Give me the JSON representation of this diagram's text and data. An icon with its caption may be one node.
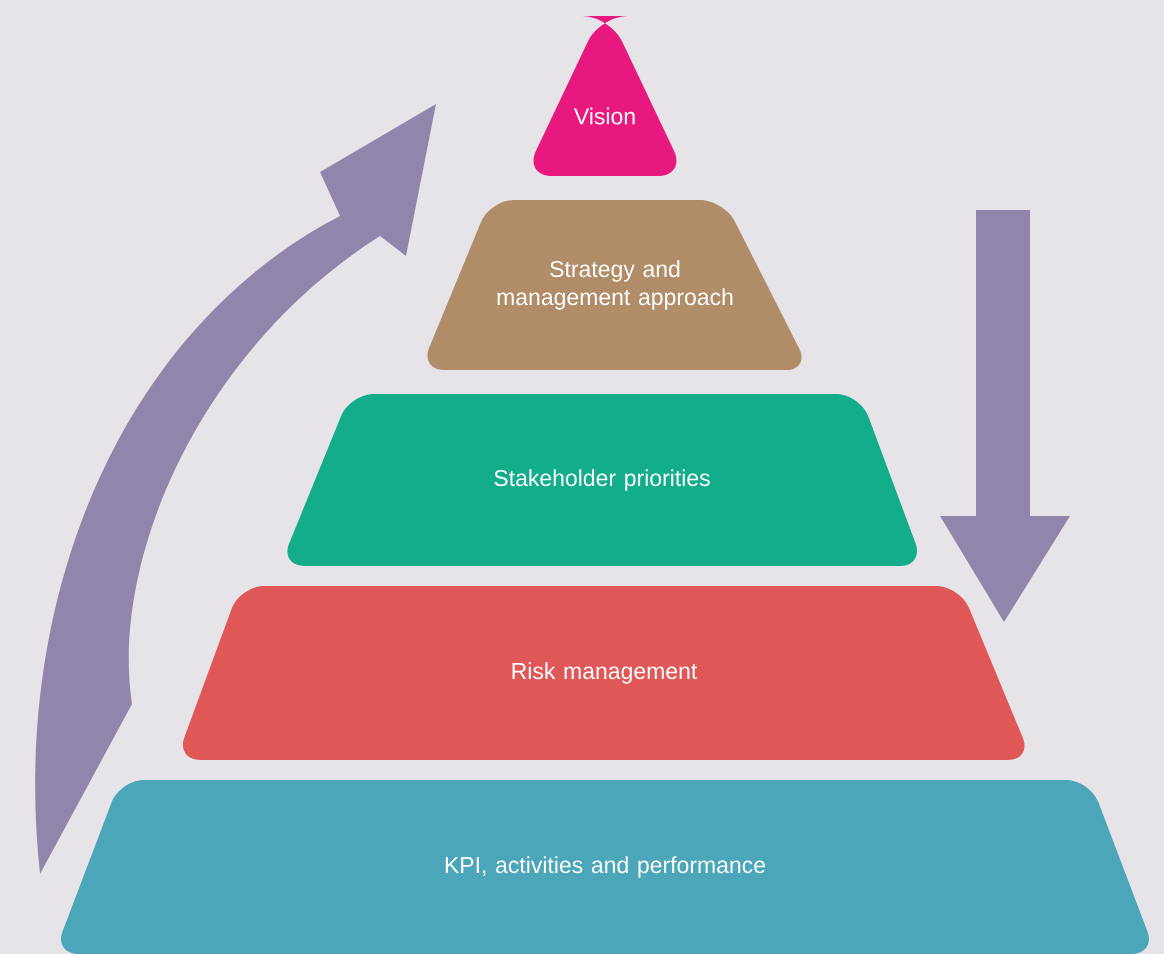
{
  "diagram": {
    "nodes": [
      {
        "text": [
          "Vision"
        ]
      },
      {
        "text": [
          "Strategy and management approach"
        ]
      },
      {
        "text": [
          "Stakeholder priorities"
        ]
      },
      {
        "text": [
          "Risk management"
        ]
      },
      {
        "text": [
          "KPI, activities and performance"
        ]
      }
    ]
  }
}
